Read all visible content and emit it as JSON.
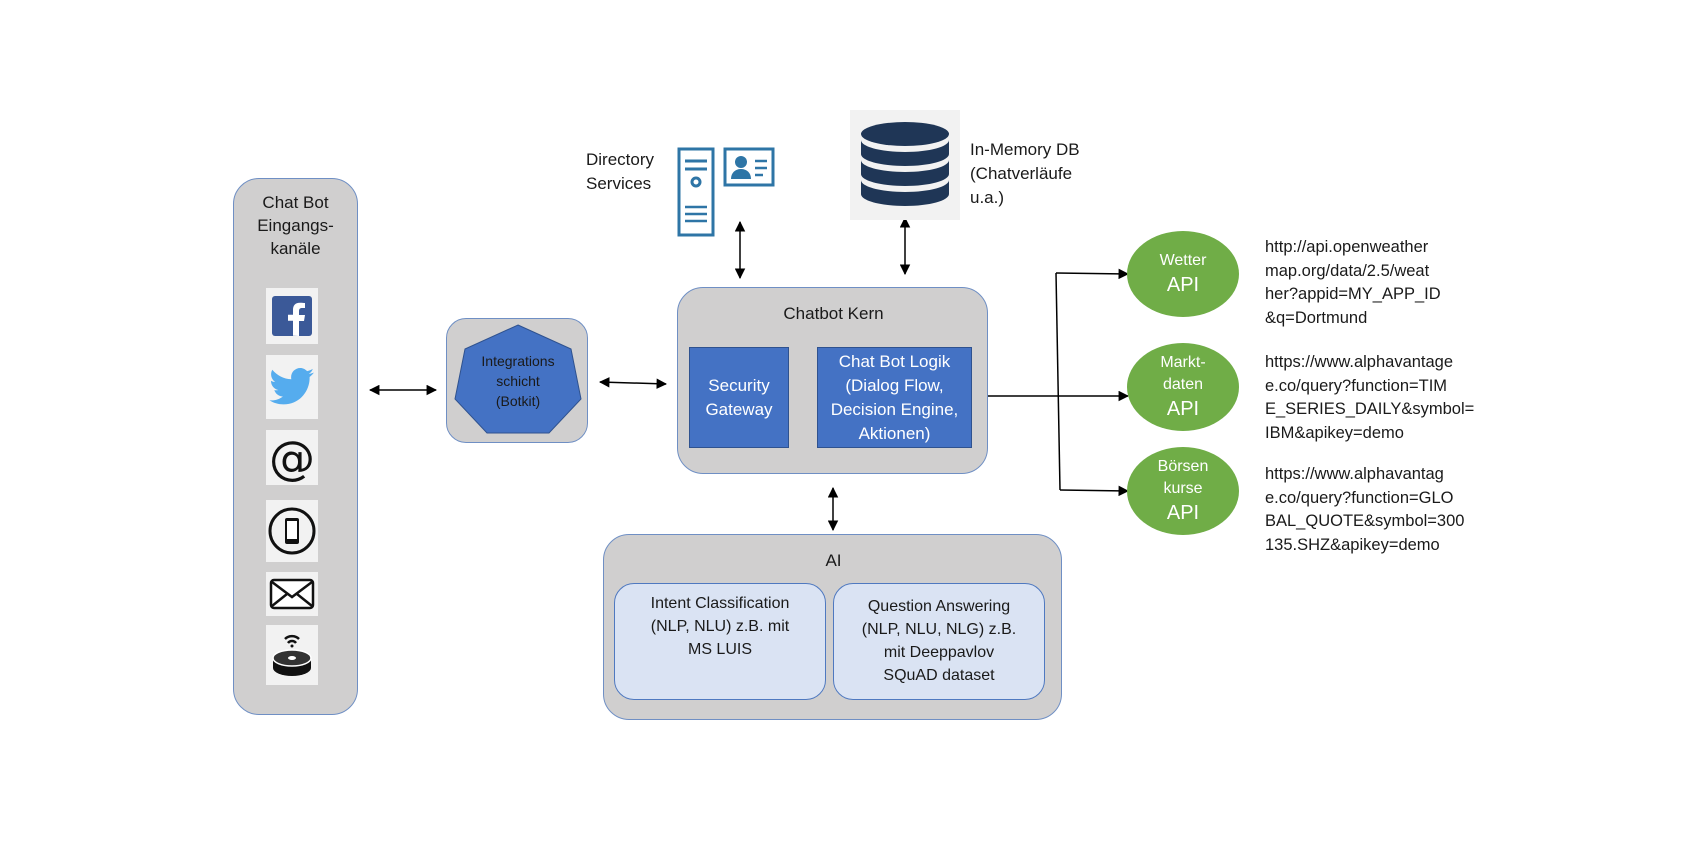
{
  "channels": {
    "title_lines": [
      "Chat Bot",
      "Eingangs-",
      "kanäle"
    ],
    "icons": [
      "facebook-icon",
      "twitter-icon",
      "at-sign-icon",
      "smartphone-icon",
      "envelope-icon",
      "smart-speaker-icon"
    ]
  },
  "integration": {
    "lines": [
      "Integrations",
      "schicht",
      "(Botkit)"
    ]
  },
  "directory": {
    "lines": [
      "Directory",
      "Services"
    ],
    "icons": [
      "server-icon",
      "contact-card-icon"
    ]
  },
  "database": {
    "lines": [
      "In-Memory DB",
      "(Chatverläufe",
      "u.a.)"
    ],
    "icon": "database-icon"
  },
  "core": {
    "title": "Chatbot Kern",
    "security": [
      "Security",
      "Gateway"
    ],
    "logic": [
      "Chat Bot Logik",
      "(Dialog Flow,",
      "Decision Engine,",
      "Aktionen)"
    ]
  },
  "ai": {
    "title": "AI",
    "intent": [
      "Intent Classification",
      "(NLP, NLU)  z.B. mit",
      "MS LUIS"
    ],
    "qa": [
      "Question Answering",
      "(NLP, NLU, NLG)  z.B.",
      "mit Deeppavlov",
      "SQuAD dataset"
    ]
  },
  "apis": [
    {
      "name_lines": [
        "Wetter"
      ],
      "api": "API",
      "url_lines": [
        "http://api.openweather",
        "map.org/data/2.5/weat",
        "her?appid=MY_APP_ID",
        "&q=Dortmund"
      ]
    },
    {
      "name_lines": [
        "Markt-",
        "daten"
      ],
      "api": "API",
      "url_lines": [
        "https://www.alphavantage",
        "e.co/query?function=TIM",
        "E_SERIES_DAILY&symbol=",
        "IBM&apikey=demo"
      ]
    },
    {
      "name_lines": [
        "Börsen",
        "kurse"
      ],
      "api": "API",
      "url_lines": [
        "https://www.alphavantag",
        "e.co/query?function=GLO",
        "BAL_QUOTE&symbol=300",
        "135.SHZ&apikey=demo"
      ]
    }
  ],
  "colors": {
    "panel": "#d0cfcf",
    "panel_border": "#6f8fc4",
    "blue": "#4472c4",
    "light_blue": "#dae3f3",
    "green": "#70ad47",
    "dark_navy": "#1f3656",
    "teal": "#2e75a6"
  }
}
